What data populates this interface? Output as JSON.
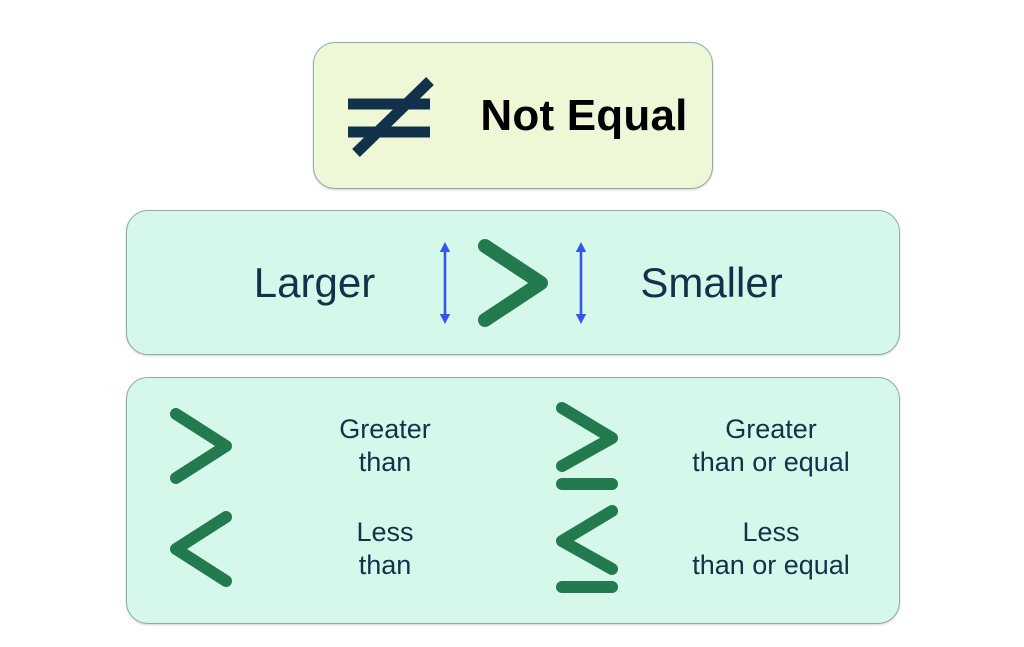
{
  "colors": {
    "page_background": "#ffffff",
    "top_card_background": "#eef8d7",
    "panel_background": "#d6f8ea",
    "panel_border": "#8fa9ad",
    "symbol_green": "#227a4e",
    "symbol_navy": "#11324a",
    "text_navy": "#11324a",
    "text_black": "#000000",
    "arrow_blue": "#3355ee"
  },
  "not_equal_card": {
    "name": "not-equal-card",
    "symbol_icon": "not-equal-icon",
    "symbol_char": "≠",
    "label": "Not Equal"
  },
  "compare_card": {
    "name": "larger-smaller-card",
    "left_word": "Larger",
    "right_word": "Smaller",
    "symbol_icon": "greater-than-icon",
    "symbol_char": ">",
    "left_arrow_icon": "vertical-double-arrow-icon",
    "right_arrow_icon": "vertical-double-arrow-icon"
  },
  "symbols_card": {
    "name": "symbol-definitions-card",
    "entries": [
      {
        "icon": "greater-than-icon",
        "symbol_char": ">",
        "line1": "Greater",
        "line2": "than"
      },
      {
        "icon": "greater-than-or-equal-icon",
        "symbol_char": "≥",
        "line1": "Greater",
        "line2": "than or equal"
      },
      {
        "icon": "less-than-icon",
        "symbol_char": "<",
        "line1": "Less",
        "line2": "than"
      },
      {
        "icon": "less-than-or-equal-icon",
        "symbol_char": "≤",
        "line1": "Less",
        "line2": "than or equal"
      }
    ]
  }
}
